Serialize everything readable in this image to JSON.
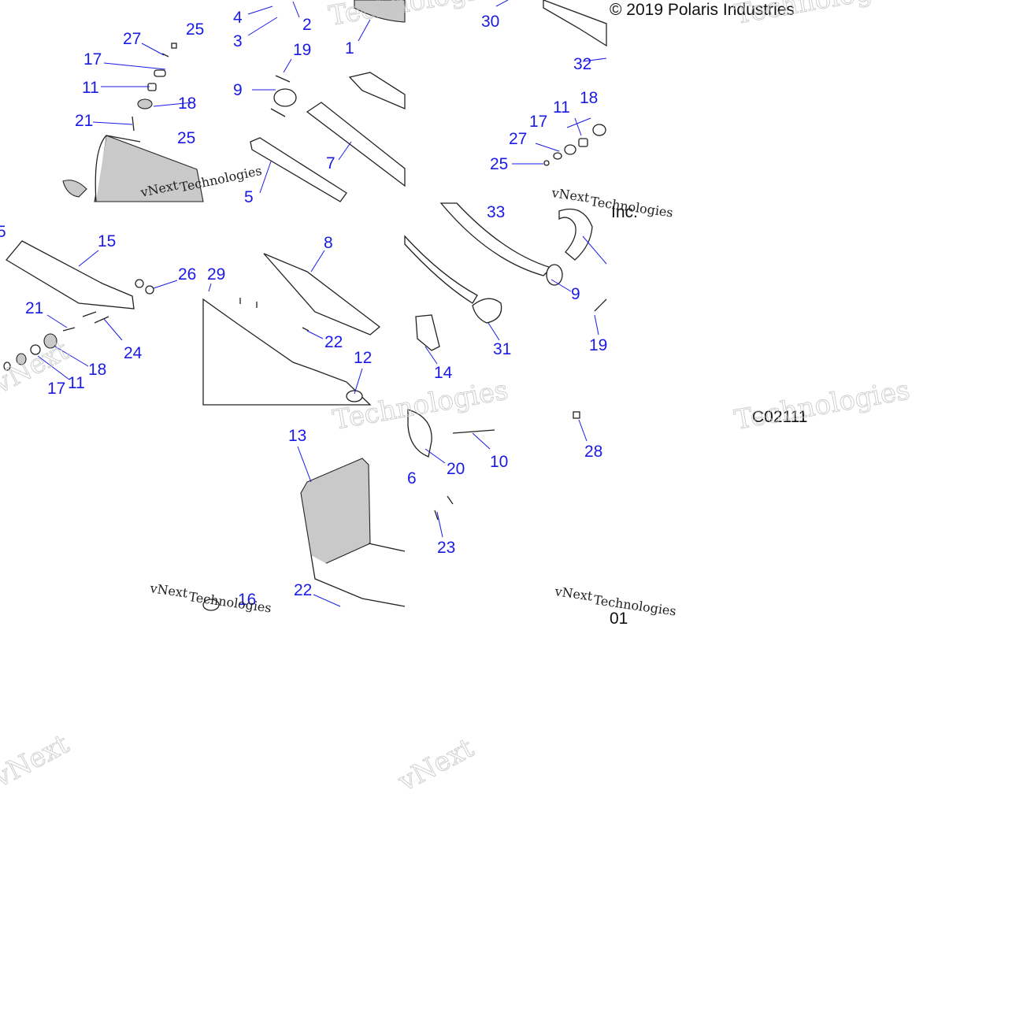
{
  "copyright": "© 2019 Polaris Industries",
  "copyright_suffix": "Inc.",
  "drawing_code": "C02111",
  "drawing_code_tail": "01",
  "watermark_lines": [
    "vNext",
    "Technologies"
  ],
  "colors": {
    "callout": "#1a1ae6",
    "part_outline": "#222222",
    "part_shade": "#c9c9c9",
    "watermark": "#c8c8c8"
  },
  "callouts": [
    "1",
    "2",
    "3",
    "4",
    "5",
    "5",
    "6",
    "7",
    "8",
    "9",
    "9",
    "10",
    "11",
    "11",
    "11",
    "12",
    "13",
    "14",
    "15",
    "16",
    "17",
    "17",
    "17",
    "18",
    "18",
    "18",
    "19",
    "19",
    "20",
    "21",
    "21",
    "22",
    "22",
    "23",
    "24",
    "25",
    "25",
    "25",
    "26",
    "27",
    "27",
    "28",
    "29",
    "30",
    "31",
    "32",
    "33"
  ]
}
